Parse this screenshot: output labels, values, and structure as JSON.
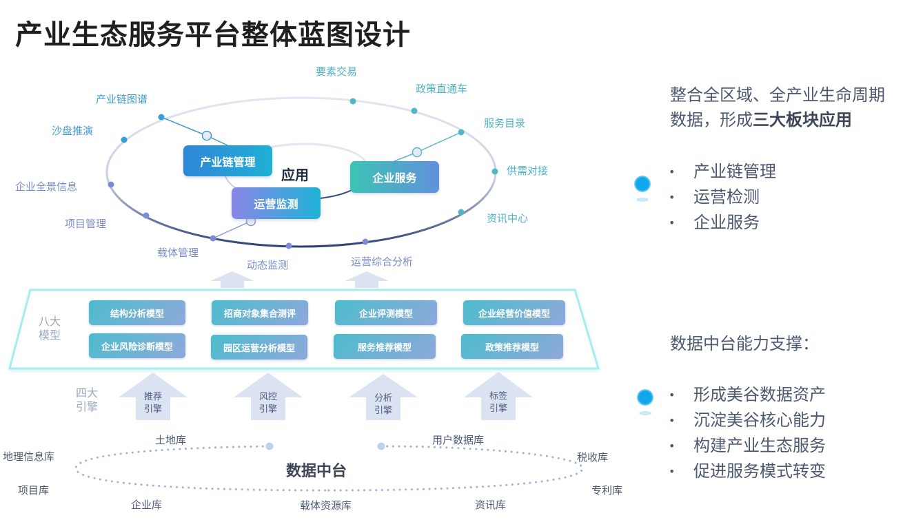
{
  "title": "产业生态服务平台整体蓝图设计",
  "application": {
    "center_label": "应用",
    "boxes": [
      {
        "label": "产业链管理"
      },
      {
        "label": "运营监测"
      },
      {
        "label": "企业服务"
      }
    ],
    "ring_labels": [
      "要素交易",
      "政策直通车",
      "服务目录",
      "供需对接",
      "资讯中心",
      "运营综合分析",
      "动态监测",
      "载体管理",
      "项目管理",
      "企业全景信息",
      "沙盘推演",
      "产业链图谱"
    ]
  },
  "models": {
    "side_label_line1": "八大",
    "side_label_line2": "模型",
    "items": [
      "结构分析模型",
      "招商对象集合测评",
      "企业评测模型",
      "企业经营价值模型",
      "企业风险诊断模型",
      "园区运营分析模型",
      "服务推荐模型",
      "政策推荐模型"
    ]
  },
  "engines": {
    "side_label_line1": "四大",
    "side_label_line2": "引擎",
    "items": [
      {
        "line1": "推荐",
        "line2": "引擎"
      },
      {
        "line1": "风控",
        "line2": "引擎"
      },
      {
        "line1": "分析",
        "line2": "引擎"
      },
      {
        "line1": "标签",
        "line2": "引擎"
      }
    ]
  },
  "data_platform": {
    "center_label": "数据中台",
    "libraries": [
      "土地库",
      "用户数据库",
      "地理信息库",
      "税收库",
      "项目库",
      "专利库",
      "企业库",
      "载体资源库",
      "资讯库"
    ]
  },
  "right_panel": {
    "intro_line1": "整合全区域、全产业生命周期",
    "intro_line2_prefix": "数据，形成",
    "intro_line2_bold": "三大板块应用",
    "app_bullets": [
      "产业链管理",
      "运营检测",
      "企业服务"
    ],
    "support_title": "数据中台能力支撑：",
    "support_bullets": [
      "形成美谷数据资产",
      "沉淀美谷核心能力",
      "构建产业生态服务",
      "促进服务模式转变"
    ],
    "bullet_glyph": "•"
  },
  "colors": {
    "teal": "#4fb3c6",
    "accent_blue": "#0fa8ea",
    "navy_text": "#4d5870",
    "model_gradient_start": "#4cbccc",
    "model_gradient_end": "#8fa8dc"
  }
}
